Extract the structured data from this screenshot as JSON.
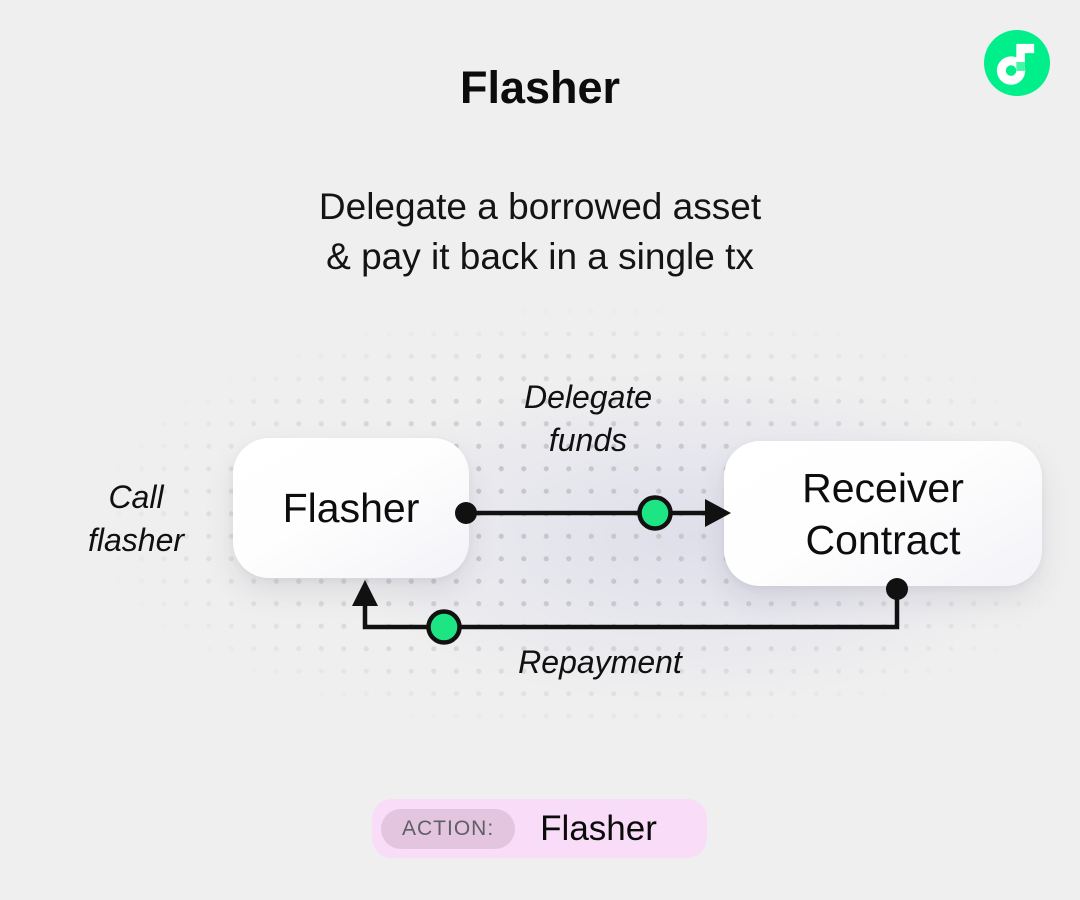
{
  "header": {
    "title": "Flasher",
    "subtitle": "Delegate a borrowed asset\n& pay it back in a single tx"
  },
  "logo": {
    "name": "Flow",
    "circle_color": "#00EF8B",
    "glyph_color": "#FFFFFF",
    "accent_square_color": "#41F8A6"
  },
  "diagram": {
    "call_label": "Call\nflasher",
    "flasher_box_label": "Flasher",
    "receiver_box_label": "Receiver\nContract",
    "delegate_label": "Delegate\nfunds",
    "repayment_label": "Repayment",
    "colors": {
      "line": "#111111",
      "endpoint_dot": "#111111",
      "token_node_fill": "#1EE583",
      "token_node_stroke": "#111111",
      "background": "#EFEFEF",
      "dot_grid": "#C6C6CB"
    }
  },
  "action_bar": {
    "badge_label": "ACTION:",
    "value": "Flasher",
    "colors": {
      "pill_bg": "#F9DCF7",
      "badge_bg": "#E3C5DF",
      "badge_text": "#5F5F66"
    }
  }
}
